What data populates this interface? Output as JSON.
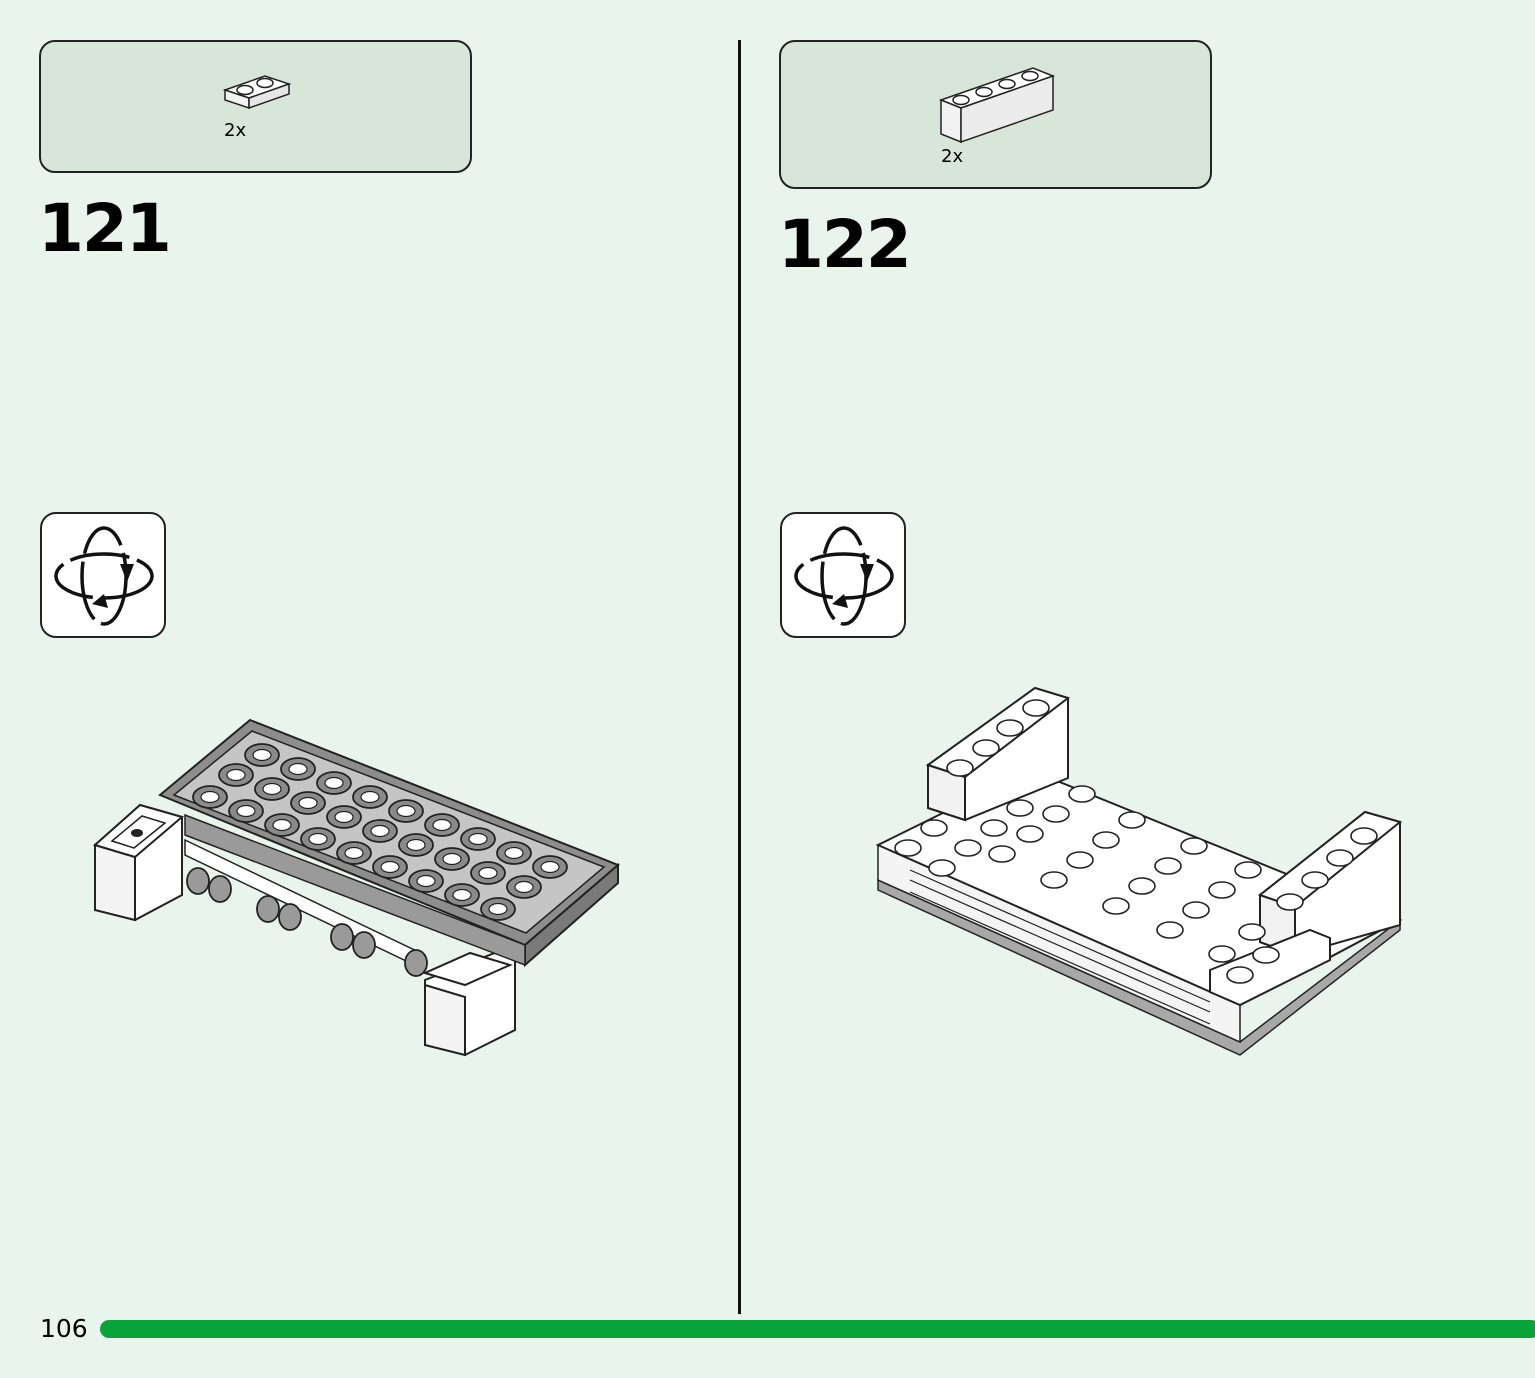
{
  "page_number": "106",
  "steps": [
    {
      "number": "121",
      "part_quantity": "2x",
      "part_icon": "brick-1x2-white-icon",
      "rotate_icon": "rotate-model-icon"
    },
    {
      "number": "122",
      "part_quantity": "2x",
      "part_icon": "brick-1x4-white-icon",
      "rotate_icon": "rotate-model-icon"
    }
  ],
  "colors": {
    "background": "#e8f4ec",
    "callout": "#d7e6d9",
    "accent_bar": "#0aa43b"
  }
}
